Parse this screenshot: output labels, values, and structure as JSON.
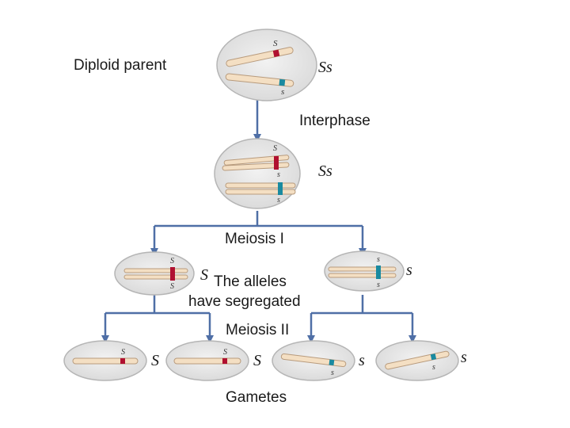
{
  "labels": {
    "diploid_parent": "Diploid parent",
    "interphase": "Interphase",
    "meiosis_1": "Meiosis I",
    "alleles_line1": "The alleles",
    "alleles_line2": "have segregated",
    "meiosis_2": "Meiosis II",
    "gametes": "Gametes"
  },
  "genotypes": {
    "parent": "Ss",
    "interphase": "Ss",
    "meiosis1_left": "S",
    "meiosis1_right": "s",
    "gamete1": "S",
    "gamete2": "S",
    "gamete3": "s",
    "gamete4": "s"
  },
  "allele_marks": {
    "dominant": "S",
    "recessive": "s"
  },
  "colors": {
    "arrow": "#4f6fa6",
    "cell_fill": "#e6e6e6",
    "cell_stroke": "#b5b5b5",
    "chromosome": "#f4dfc3",
    "chromosome_edge": "#b89b7d",
    "dominant_band": "#b01030",
    "recessive_band": "#1a8aa0"
  }
}
